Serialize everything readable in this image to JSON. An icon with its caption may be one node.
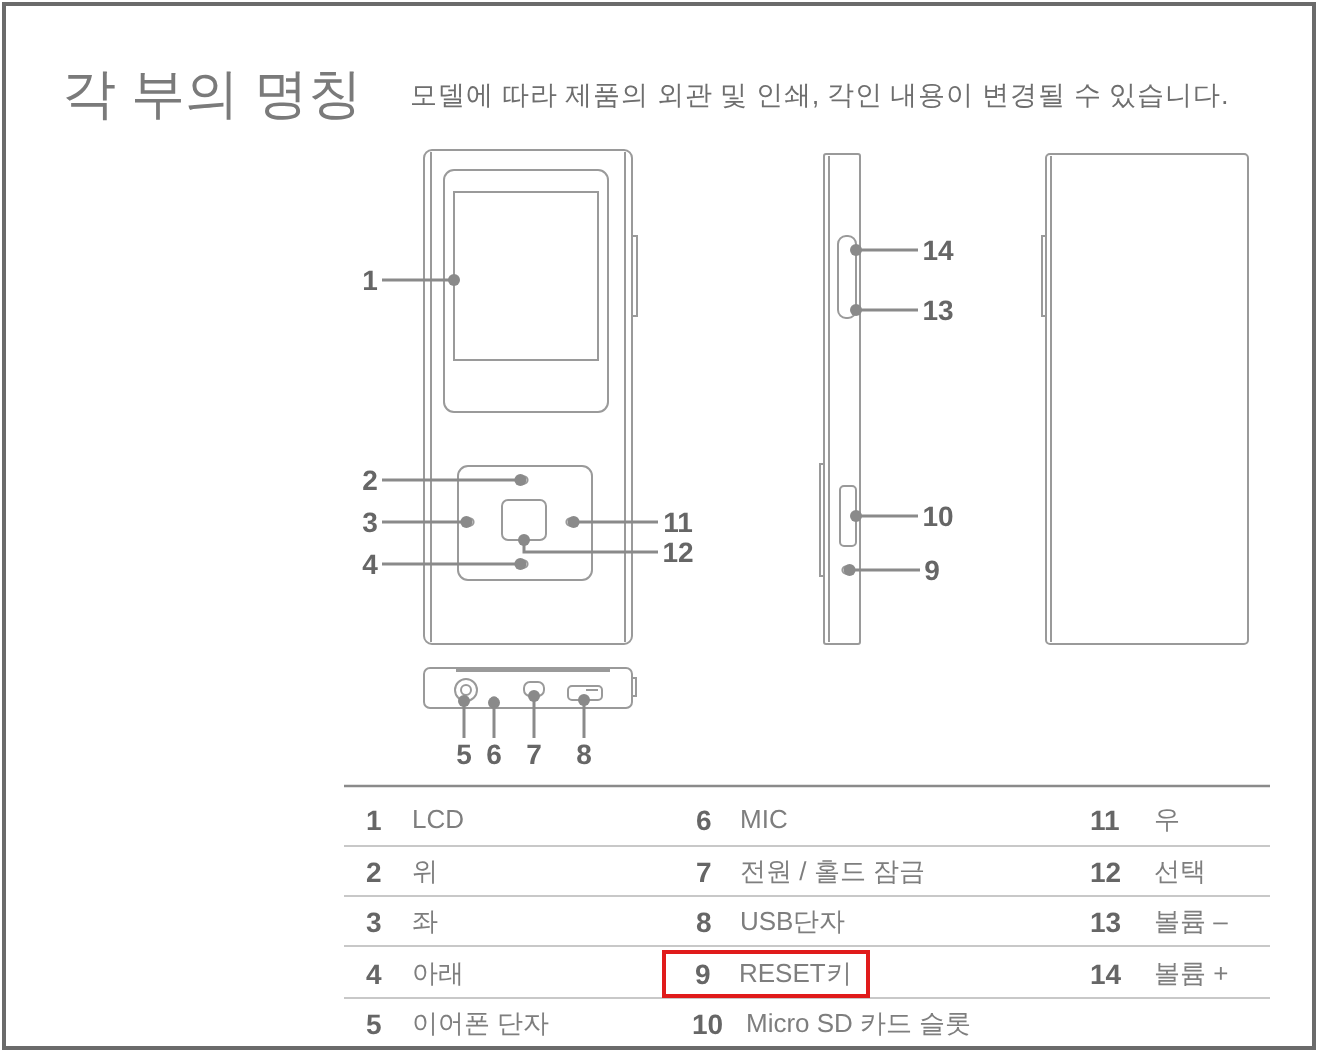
{
  "diagram": {
    "title": "각 부의 명칭",
    "nodes": [
      {
        "text": [
          "1"
        ]
      },
      {
        "text": [
          "2"
        ]
      },
      {
        "text": [
          "3"
        ]
      },
      {
        "text": [
          "11"
        ]
      },
      {
        "text": [
          "12"
        ]
      },
      {
        "text": [
          "4"
        ]
      },
      {
        "text": [
          "14"
        ]
      },
      {
        "text": [
          "13"
        ]
      },
      {
        "text": [
          "10"
        ]
      },
      {
        "text": [
          "9"
        ]
      },
      {
        "text": [
          "5"
        ]
      },
      {
        "text": [
          "6"
        ]
      },
      {
        "text": [
          "7"
        ]
      },
      {
        "text": [
          "8"
        ]
      },
      {
        "text": [],
        "shape": "box"
      },
      {
        "text": [],
        "shape": "circle"
      },
      {
        "text": [],
        "shape": "circle"
      },
      {
        "text": [],
        "shape": "circle"
      },
      {
        "text": [],
        "shape": "box"
      },
      {
        "text": [],
        "shape": "circle"
      },
      {
        "text": [],
        "shape": "box"
      },
      {
        "text": [],
        "shape": "box"
      },
      {
        "text": [],
        "shape": "circle"
      },
      {
        "text": [],
        "shape": "circle"
      },
      {
        "text": [],
        "shape": "circle"
      },
      {
        "text": [],
        "shape": "box"
      },
      {
        "text": [],
        "shape": "box"
      },
      {
        "text": [
          "9",
          "RESET키"
        ]
      }
    ],
    "edges": [
      {
        "from": 0,
        "to": 14,
        "arrow": "other"
      },
      {
        "from": 1,
        "to": 15,
        "arrow": "other"
      },
      {
        "from": 2,
        "to": 16,
        "arrow": "other"
      },
      {
        "from": 3,
        "to": 17,
        "arrow": "other"
      },
      {
        "from": 4,
        "to": 18,
        "arrow": "other"
      },
      {
        "from": 5,
        "to": 19,
        "arrow": "other"
      },
      {
        "from": 6,
        "to": 20,
        "arrow": "other"
      },
      {
        "from": 7,
        "to": 20,
        "arrow": "other"
      },
      {
        "from": 8,
        "to": 21,
        "arrow": "other"
      },
      {
        "from": 9,
        "to": 22,
        "arrow": "other"
      },
      {
        "from": 10,
        "to": 23,
        "arrow": "other"
      },
      {
        "from": 11,
        "to": 24,
        "arrow": "other"
      },
      {
        "from": 12,
        "to": 25,
        "arrow": "other"
      },
      {
        "from": 13,
        "to": 26,
        "arrow": "other"
      }
    ],
    "labels": [
      "모델에 따라 제품의 외관 및 인쇄, 각인 내용이 변경될 수 있습니다.",
      "1",
      "LCD",
      "6",
      "MIC",
      "11",
      "우",
      "2",
      "위",
      "7",
      "전원 / 홀드 잠금",
      "12",
      "선택",
      "3",
      "좌",
      "8",
      "USB단자",
      "13",
      "볼륨 –",
      "4",
      "아래",
      "14",
      "볼륨 +",
      "5",
      "이어폰 단자",
      "10",
      "Micro SD 카드 슬롯"
    ]
  }
}
